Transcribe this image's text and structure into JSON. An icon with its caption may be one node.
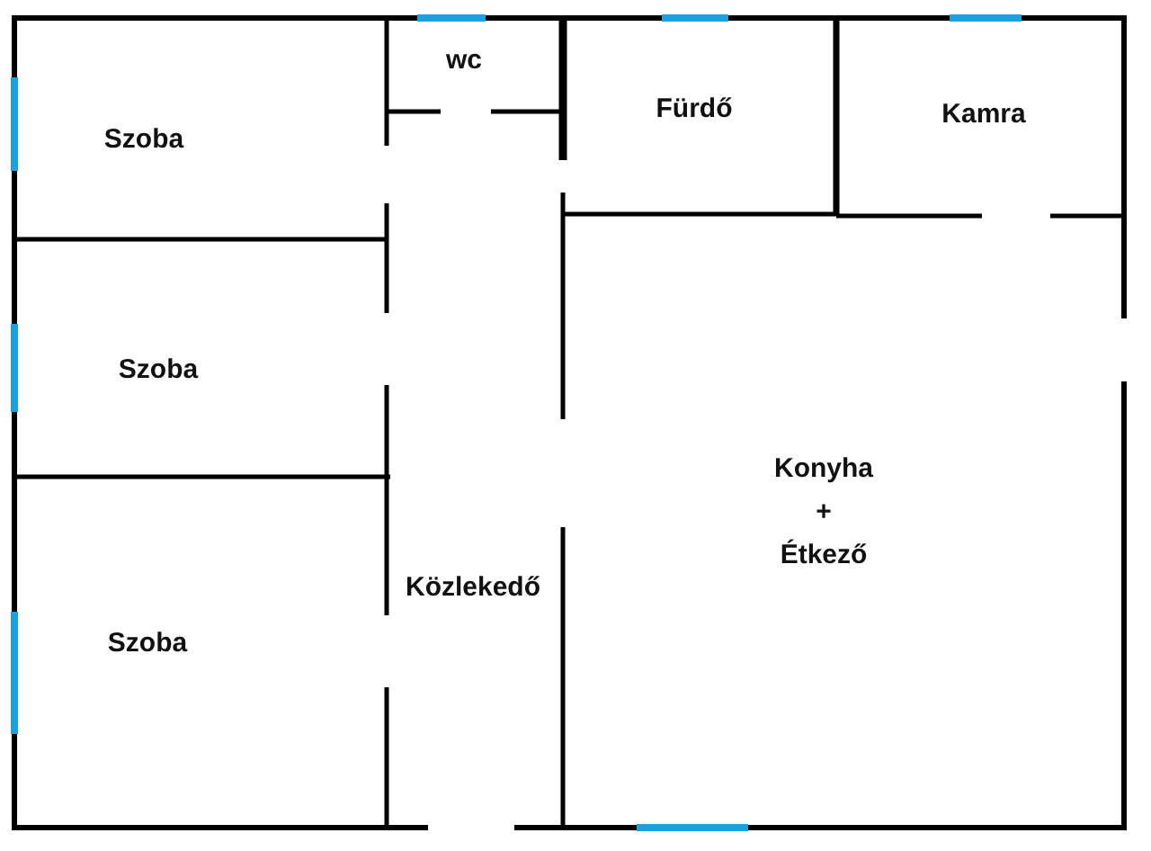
{
  "diagram": {
    "nodes": [
      {
        "text": [
          "Szoba"
        ]
      },
      {
        "text": [
          "wc"
        ]
      },
      {
        "text": [
          "Fürdő"
        ]
      },
      {
        "text": [
          "Kamra"
        ]
      },
      {
        "text": [
          "Szoba"
        ]
      },
      {
        "text": [
          "Konyha + Étkező"
        ]
      },
      {
        "text": [
          "Közlekedő"
        ]
      },
      {
        "text": [
          "Szoba"
        ]
      }
    ]
  }
}
